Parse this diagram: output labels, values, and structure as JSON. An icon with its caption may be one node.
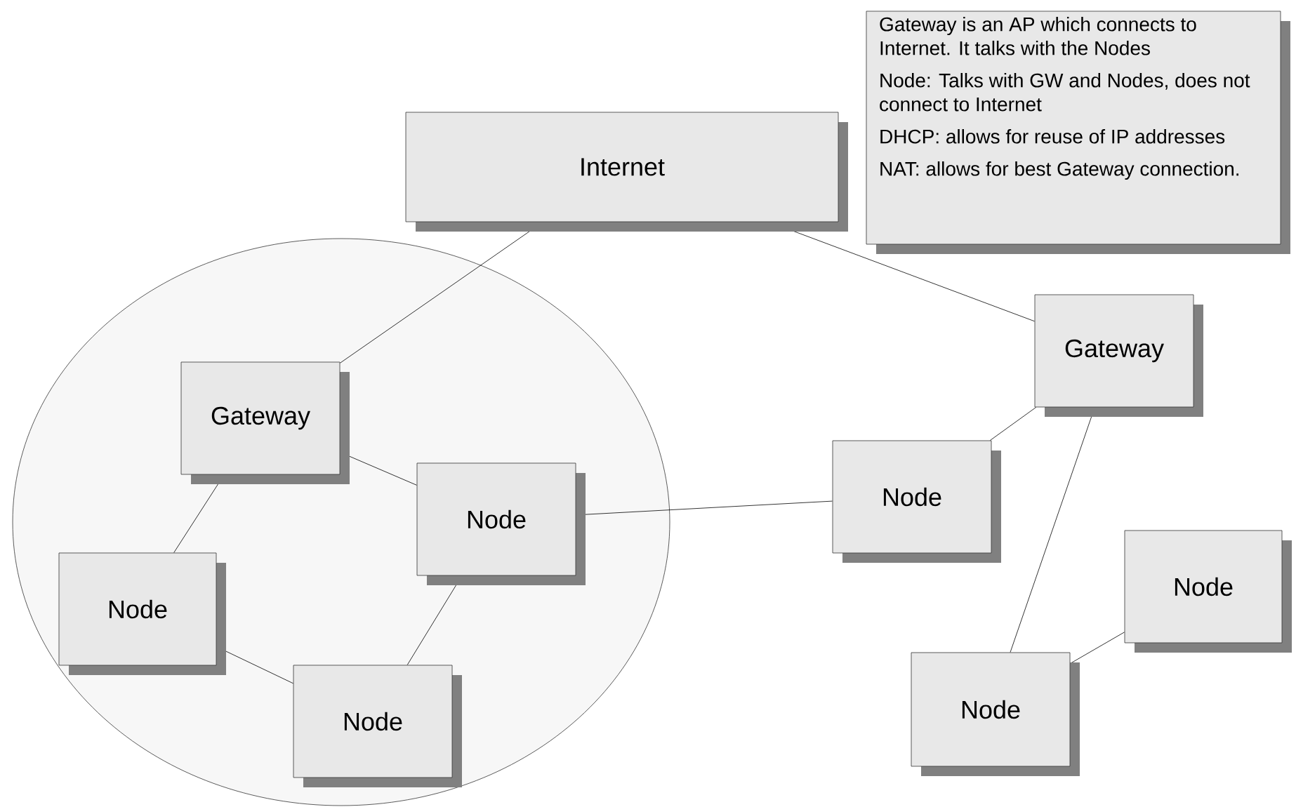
{
  "diagram": {
    "nodes": [
      {
        "text": [
          "Gateway is an AP which connects to Internet. It talks with the Nodes",
          "Node: Talks with GW and Nodes, does not connect to Internet",
          "DHCP: allows for reuse of IP addresses",
          "NAT: allows for best Gateway connection."
        ]
      },
      {
        "text": [
          "Internet"
        ]
      },
      {
        "text": [],
        "shape": "circle"
      },
      {
        "text": [
          "Gateway"
        ],
        "in": 2
      },
      {
        "text": [
          "Node"
        ],
        "in": 2
      },
      {
        "text": [
          "Node"
        ],
        "in": 2
      },
      {
        "text": [
          "Node"
        ],
        "in": 2
      },
      {
        "text": [
          "Gateway"
        ]
      },
      {
        "text": [
          "Node"
        ]
      },
      {
        "text": [
          "Node"
        ]
      },
      {
        "text": [
          "Node"
        ]
      }
    ],
    "edges": [
      {
        "from": 1,
        "to": 3,
        "arrow": "none"
      },
      {
        "from": 1,
        "to": 7,
        "arrow": "none"
      },
      {
        "from": 3,
        "to": 5,
        "arrow": "none"
      },
      {
        "from": 3,
        "to": 4,
        "arrow": "none"
      },
      {
        "from": 5,
        "to": 6,
        "arrow": "none"
      },
      {
        "from": 4,
        "to": 6,
        "arrow": "none"
      },
      {
        "from": 4,
        "to": 8,
        "arrow": "none"
      },
      {
        "from": 8,
        "to": 7,
        "arrow": "none"
      },
      {
        "from": 7,
        "to": 10,
        "arrow": "none"
      },
      {
        "from": 10,
        "to": 9,
        "arrow": "none"
      }
    ]
  }
}
